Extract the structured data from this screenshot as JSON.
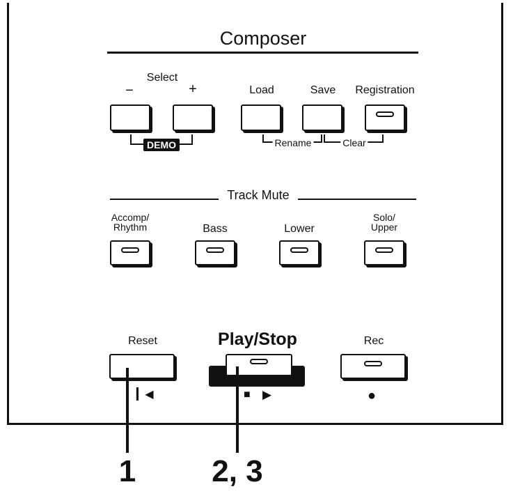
{
  "section_title": "Composer",
  "select": {
    "label": "Select",
    "minus": "−",
    "plus": "+"
  },
  "demo_label": "DEMO",
  "buttons": {
    "load": "Load",
    "save": "Save",
    "registration": "Registration",
    "rename": "Rename",
    "clear": "Clear"
  },
  "track_mute": {
    "title": "Track Mute",
    "accomp_line1": "Accomp/",
    "accomp_line2": "Rhythm",
    "bass": "Bass",
    "lower": "Lower",
    "solo_line1": "Solo/",
    "solo_line2": "Upper"
  },
  "transport": {
    "reset": "Reset",
    "play_stop": "Play/Stop",
    "rec": "Rec",
    "reset_symbol": "▎◀",
    "stop_symbol": "■",
    "play_symbol": "▶",
    "rec_symbol": "●"
  },
  "callouts": {
    "first": "1",
    "second": "2, 3"
  }
}
